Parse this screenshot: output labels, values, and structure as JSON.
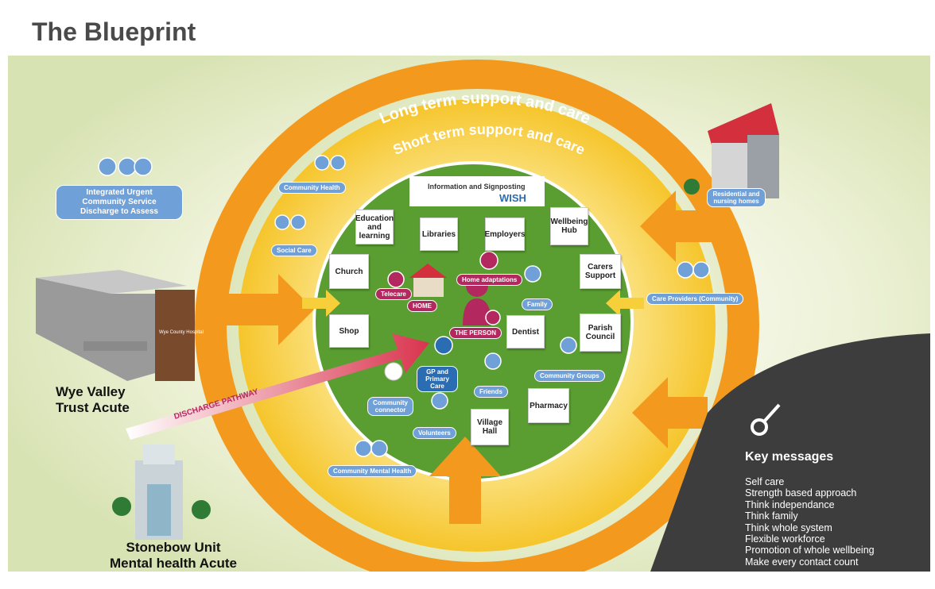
{
  "title": "The Blueprint",
  "rings": {
    "outer": "Long term support and care",
    "inner": "Short term support and care"
  },
  "info": {
    "label": "Information and Signposting",
    "logo_text": "WISH"
  },
  "cards": {
    "education": "Education and learning",
    "libraries": "Libraries",
    "employers": "Employers",
    "wellbeing": "Wellbeing Hub",
    "church": "Church",
    "carers": "Carers Support",
    "shop": "Shop",
    "dentist": "Dentist",
    "parish": "Parish Council",
    "pharmacy": "Pharmacy",
    "village": "Village Hall"
  },
  "pills": {
    "community_health": "Community Health",
    "social_care": "Social Care",
    "home_adaptations": "Home adaptations",
    "telecare": "Telecare",
    "home": "HOME",
    "family": "Family",
    "the_person": "THE PERSON",
    "gp": "GP and Primary Care",
    "friends": "Friends",
    "community_groups": "Community Groups",
    "community_connector": "Community connector",
    "volunteers": "Volunteers",
    "community_mental_health": "Community Mental Health",
    "care_providers": "Care Providers (Community)",
    "residential": "Residential and nursing homes"
  },
  "integrated_service": [
    "Integrated Urgent",
    "Community Service",
    "Discharge to Assess"
  ],
  "hospitals": {
    "wye_valley": [
      "Wye Valley",
      "Trust Acute"
    ],
    "stonebow": [
      "Stonebow Unit",
      "Mental health Acute"
    ],
    "building_sign": "Wye County Hospital"
  },
  "discharge_pathway": "DISCHARGE PATHWAY",
  "key_messages": {
    "title": "Key messages",
    "items": [
      "Self care",
      "Strength based approach",
      "Think independance",
      "Think family",
      "Think whole system",
      "Flexible workforce",
      "Promotion of whole wellbeing",
      "Make every contact count"
    ]
  },
  "colors": {
    "outer_ring": "#f39a1e",
    "inner_ring": "#f7cf3a",
    "center": "#5a9e32",
    "accent_red": "#b3285e",
    "accent_blue": "#6fa0d8",
    "key_panel": "#3d3d3d",
    "background": "#e6ecc8"
  }
}
